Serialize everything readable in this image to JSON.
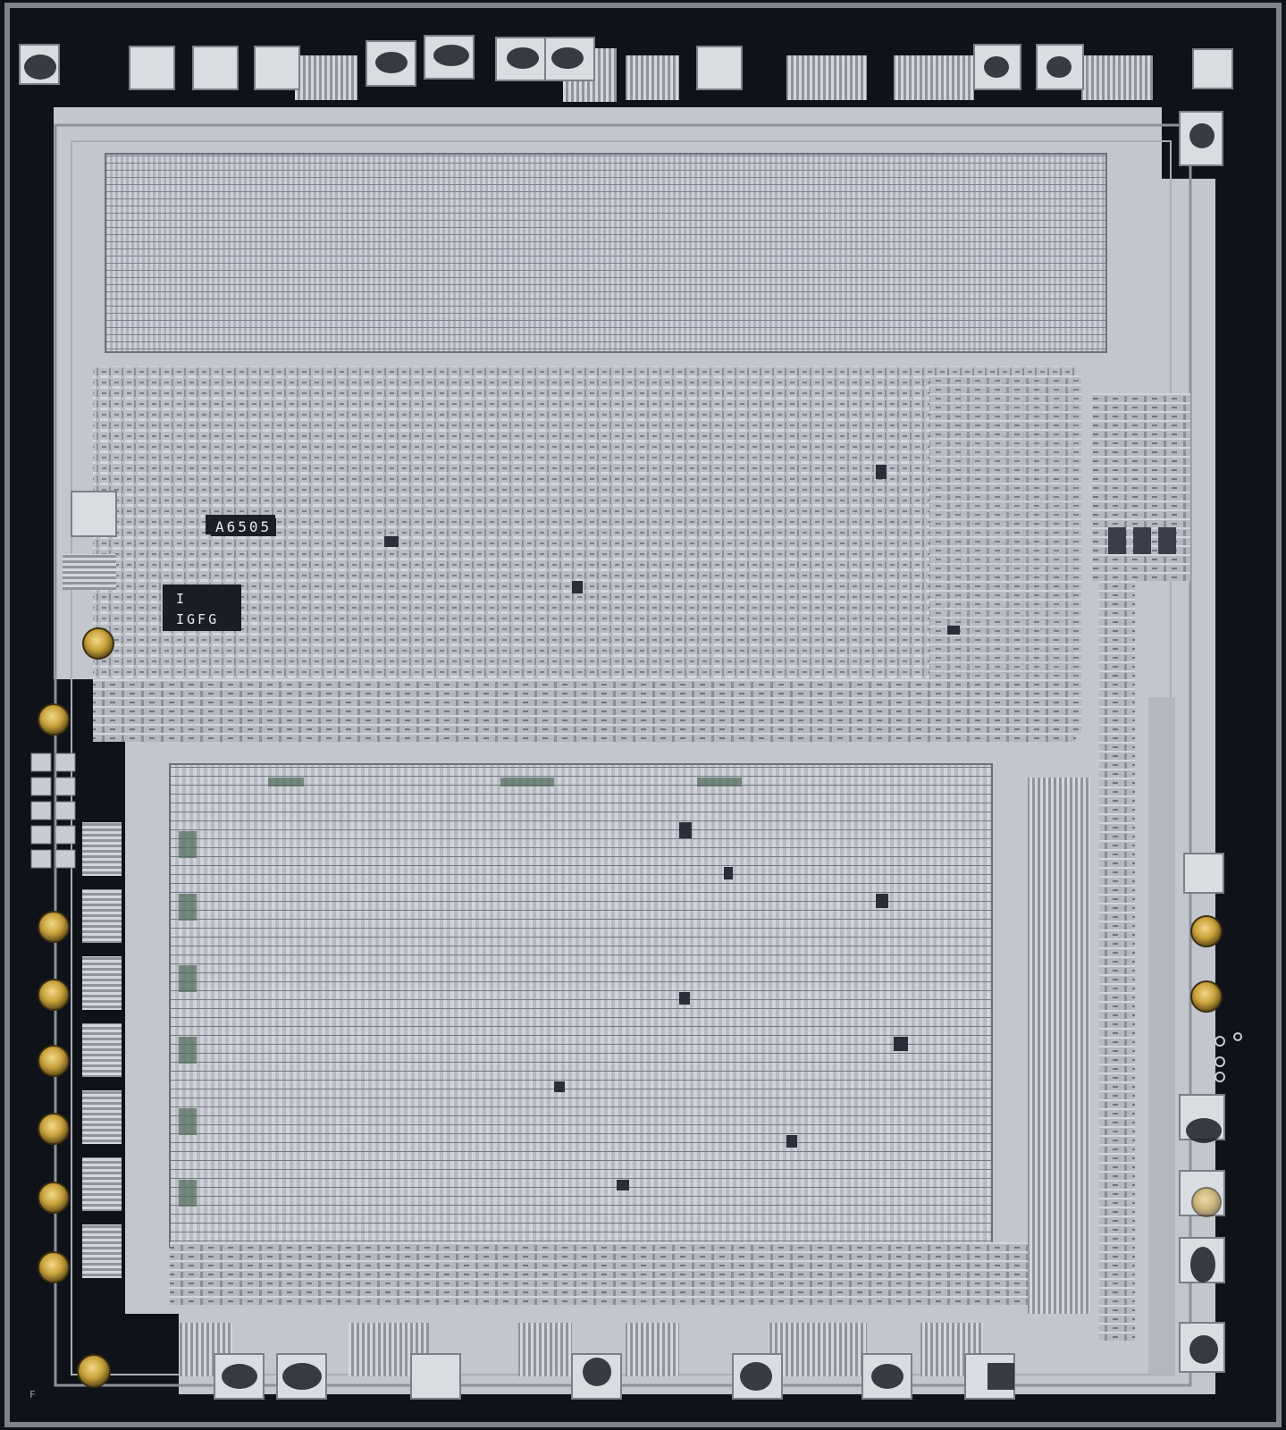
{
  "die": {
    "markings": {
      "part_number": "A6505",
      "code_line_1": "I",
      "code_line_2": "IGFG",
      "corner_letter": "F"
    },
    "colors": {
      "background": "#0f1218",
      "metal": "#c7cad1",
      "metal_dark": "#9fa4ad",
      "pad_silver": "#d5d8dd",
      "bond_gold": "#c8a13a"
    }
  }
}
